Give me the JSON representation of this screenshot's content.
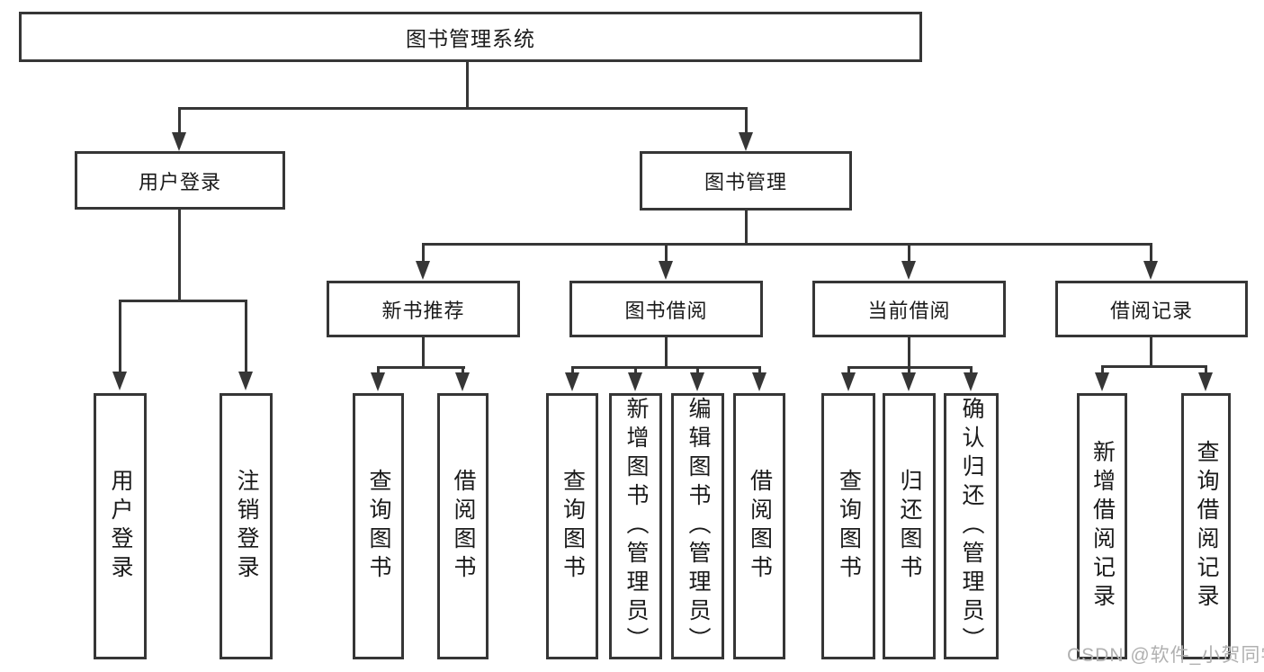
{
  "diagram": {
    "type": "hierarchy-tree",
    "root": "图书管理系统",
    "level2": {
      "user_login": "用户登录",
      "book_management": "图书管理"
    },
    "level3": {
      "new_book_recommend": "新书推荐",
      "book_borrow": "图书借阅",
      "current_borrow": "当前借阅",
      "borrow_records": "借阅记录"
    },
    "leaves": {
      "user_login": "用户登录",
      "logout": "注销登录",
      "rec_query_book": "查询图书",
      "rec_borrow_book": "借阅图书",
      "bb_query_book": "查询图书",
      "bb_add_book": "新增图书（管理员）",
      "bb_edit_book": "编辑图书（管理员）",
      "bb_borrow_book": "借阅图书",
      "cb_query_book": "查询图书",
      "cb_return_book": "归还图书",
      "cb_confirm_return": "确认归还（管理员）",
      "br_add_record": "新增借阅记录",
      "br_query_record": "查询借阅记录"
    },
    "tree": {
      "图书管理系统": {
        "用户登录": [
          "用户登录",
          "注销登录"
        ],
        "图书管理": {
          "新书推荐": [
            "查询图书",
            "借阅图书"
          ],
          "图书借阅": [
            "查询图书",
            "新增图书（管理员）",
            "编辑图书（管理员）",
            "借阅图书"
          ],
          "当前借阅": [
            "查询图书",
            "归还图书",
            "确认归还（管理员）"
          ],
          "借阅记录": [
            "新增借阅记录",
            "查询借阅记录"
          ]
        }
      }
    }
  },
  "watermark": "CSDN @软件_小贺同学",
  "colors": {
    "line": "#363636",
    "box_border": "#363636",
    "text": "#1a1a1a",
    "watermark_text": "#b0b0b0",
    "background": "#ffffff"
  }
}
